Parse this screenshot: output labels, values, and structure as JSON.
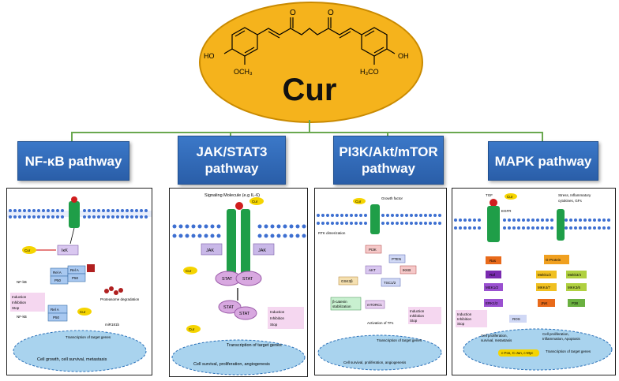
{
  "title": "Cur",
  "structure": {
    "oh_left": "HO",
    "oh_right": "OH",
    "och3_left": "OCH₃",
    "och3_right": "H₃CO"
  },
  "pathways": [
    {
      "label": "NF-κB pathway"
    },
    {
      "label": "JAK/STAT3 pathway"
    },
    {
      "label": "PI3K/Akt/mTOR pathway"
    },
    {
      "label": "MAPK pathway"
    }
  ],
  "panel1": {
    "ikk": "IκK",
    "rela": "Rel A",
    "p50": "P50",
    "nfkb": "NF-kB",
    "proteasome": "Proteasome degradation",
    "mir": "miR181b",
    "transcription": "Transcription of target genes",
    "outcome": "Cell growth, cell survival, metastasis",
    "legend": [
      "Induction",
      "Inhibition",
      "Stop"
    ],
    "cur": "Cur"
  },
  "panel2": {
    "signal": "Signaling Molecule (e.g IL-6)",
    "jak": "JAK",
    "stat": "STAT",
    "transcription": "Transcription of target genes",
    "outcome": "Cell survival, proliferation, angiogenesis",
    "legend": [
      "Induction",
      "Inhibition",
      "Stop"
    ],
    "cur": "Cur"
  },
  "panel3": {
    "growth": "Growth factor",
    "rtk": "RTK dimerization",
    "pi3k": "PI3K",
    "pten": "PTEN",
    "akt": "AKT",
    "ikkb": "IKKB",
    "gsk": "GSK3β",
    "tsc": "TSC1/2",
    "betacat": "β-catenin stabilization",
    "mtor": "mTORC1",
    "activation": "Activation of TFs",
    "transcription": "Transcription of target genes",
    "outcome": "Cell survival, proliferation, angiogenesis",
    "legend": [
      "Induction",
      "Inhibition",
      "Stop"
    ],
    "cur": "Cur"
  },
  "panel4": {
    "tgf": "TGF",
    "egfr": "EGFR",
    "stress": "Stress, Inflammatory cytokines, GFs",
    "ras": "Ras",
    "raf": "Raf",
    "mek12": "MEK1/2",
    "erk12": "ERK1/2",
    "gprotein": "G-Protein",
    "mekk12": "Mekk1/2",
    "mekk34": "Mekk3/4",
    "mkk47": "MKK4/7",
    "mkk36": "MKK3/6",
    "jnk": "JNK",
    "p38": "P38",
    "ros": "ROS",
    "prolif": "Cell proliferation, survival, metastasis",
    "inflam": "Cell proliferation, Inflammation, Apoptosis",
    "genes": "c-Fos, C-Jun, c-Myc",
    "transcription": "Transcription of target genes",
    "legend": [
      "Induction",
      "Inhibition",
      "Stop"
    ],
    "cur": "Cur"
  },
  "colors": {
    "ellipse": "#f5b31c",
    "pathway_box": "#2f68b5",
    "connector": "#6aa84f",
    "nucleus": "#a9d3ee",
    "membrane": "#3d6fd1",
    "receptor": "#1f9e48"
  }
}
